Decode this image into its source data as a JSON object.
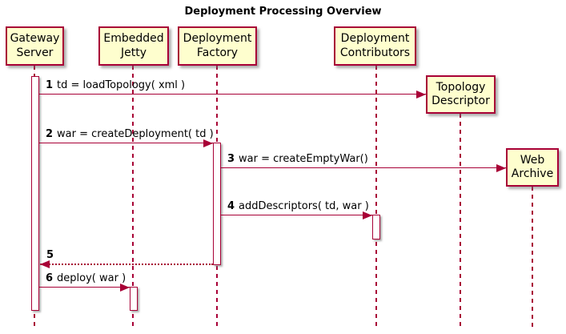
{
  "title": "Deployment Processing Overview",
  "colors": {
    "accent": "#A80036",
    "participant_fill": "#FEFECE",
    "activation_fill": "#FFFFFF",
    "text": "#000000",
    "shadow": "#6E6E6E"
  },
  "participants": [
    {
      "id": "gateway-server",
      "label": "Gateway\nServer"
    },
    {
      "id": "embedded-jetty",
      "label": "Embedded\nJetty"
    },
    {
      "id": "deployment-factory",
      "label": "Deployment\nFactory"
    },
    {
      "id": "deployment-contributors",
      "label": "Deployment\nContributors"
    },
    {
      "id": "topology-descriptor",
      "label": "Topology\nDescriptor"
    },
    {
      "id": "web-archive",
      "label": "Web\nArchive"
    }
  ],
  "messages": [
    {
      "num": "1",
      "text": "td = loadTopology( xml )",
      "from": "Gateway Server",
      "to": "Topology Descriptor",
      "style": "solid"
    },
    {
      "num": "2",
      "text": "war = createDeployment( td )",
      "from": "Gateway Server",
      "to": "Deployment Factory",
      "style": "solid"
    },
    {
      "num": "3",
      "text": "war = createEmptyWar()",
      "from": "Deployment Factory",
      "to": "Web Archive",
      "style": "solid"
    },
    {
      "num": "4",
      "text": "addDescriptors( td, war )",
      "from": "Deployment Factory",
      "to": "Deployment Contributors",
      "style": "solid"
    },
    {
      "num": "5",
      "text": "",
      "from": "Deployment Factory",
      "to": "Gateway Server",
      "style": "dotted-return"
    },
    {
      "num": "6",
      "text": "deploy( war )",
      "from": "Gateway Server",
      "to": "Embedded Jetty",
      "style": "solid"
    }
  ]
}
